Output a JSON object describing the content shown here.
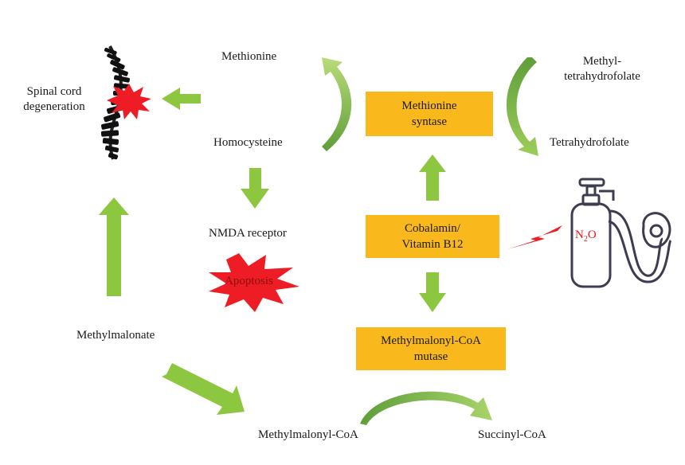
{
  "colors": {
    "arrow_green": "#8dc63f",
    "curve_green_dark": "#5f9e3a",
    "box_orange": "#f9b81c",
    "burst_red": "#ee1c24",
    "device_outline": "#3d3d4f"
  },
  "labels": {
    "methionine": "Methionine",
    "homocysteine": "Homocysteine",
    "methyl_thf_line1": "Methyl-",
    "methyl_thf_line2": "tetrahydrofolate",
    "thf": "Tetrahydrofolate",
    "spinal_line1": "Spinal cord",
    "spinal_line2": "degeneration",
    "nmda": "NMDA receptor",
    "apoptosis": "Apoptosis",
    "methylmalonate": "Methylmalonate",
    "methylmalonyl_coa": "Methylmalonyl-CoA",
    "succinyl_coa": "Succinyl-CoA"
  },
  "boxes": {
    "methionine_synthase": {
      "line1": "Methionine",
      "line2": "syntase"
    },
    "cobalamin": {
      "line1": "Cobalamin/",
      "line2": "Vitamin  B12"
    },
    "mutase": {
      "line1": "Methylmalonyl-CoA",
      "line2": "mutase"
    }
  },
  "n2o": {
    "main": "N",
    "sub": "2",
    "tail": "O"
  },
  "icons": [
    "spine-icon",
    "red-burst-icon",
    "lightning-bolt-icon",
    "gas-cylinder-icon",
    "oxygen-mask-icon"
  ]
}
